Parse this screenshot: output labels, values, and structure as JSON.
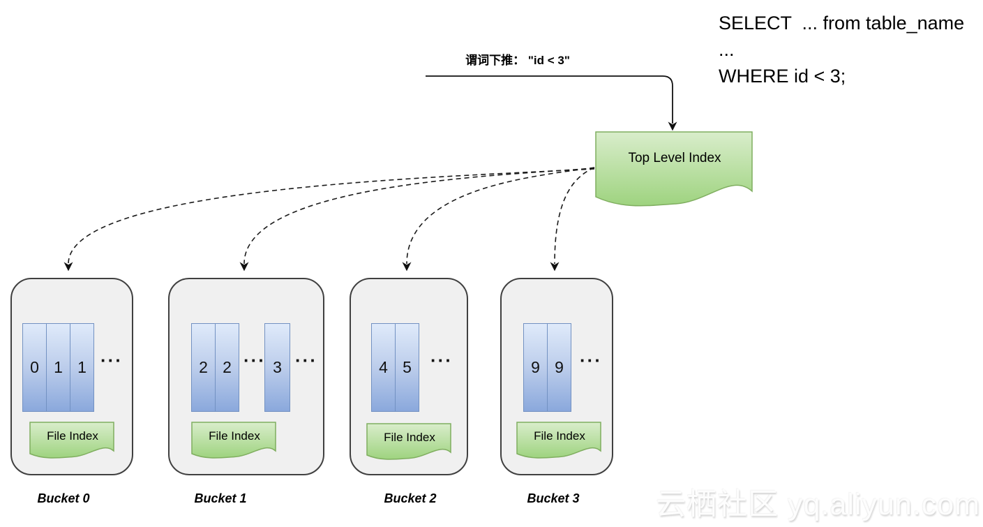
{
  "sql": {
    "line1": "SELECT  ... from table_name",
    "line2": "...",
    "line3": "WHERE id < 3;"
  },
  "pushdown_label": "谓词下推： \"id < 3\"",
  "top_level_index": {
    "label": "Top Level Index"
  },
  "ellipsis": "···",
  "buckets": [
    {
      "label": "Bucket 0",
      "file_index": "File Index",
      "cells": [
        "0",
        "1",
        "1"
      ]
    },
    {
      "label": "Bucket 1",
      "file_index": "File Index",
      "cells": [
        "2",
        "2"
      ],
      "extra_cell": "3"
    },
    {
      "label": "Bucket 2",
      "file_index": "File Index",
      "cells": [
        "4",
        "5"
      ]
    },
    {
      "label": "Bucket 3",
      "file_index": "File Index",
      "cells": [
        "9",
        "9"
      ]
    }
  ],
  "watermark": "云栖社区 yq.aliyun.com",
  "colors": {
    "doc_green_top": "#d9edcb",
    "doc_green_bottom": "#9ed37f",
    "doc_green_border": "#7fae5f",
    "column_blue_top": "#dfeafa",
    "column_blue_bottom": "#8aa8dc",
    "column_blue_border": "#7291c2",
    "bucket_fill": "#f0f0f0",
    "bucket_border": "#404040"
  }
}
